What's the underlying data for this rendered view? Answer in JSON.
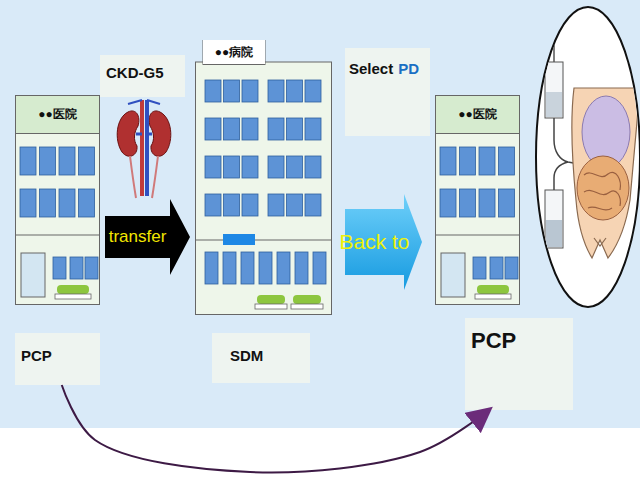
{
  "diagram": {
    "nodes": [
      {
        "text": [
          "●●医院"
        ]
      },
      {
        "text": [
          "CKD-G5"
        ]
      },
      {
        "text": [
          "●●病院"
        ]
      },
      {
        "text": [
          "Select",
          "PD"
        ]
      },
      {
        "text": [
          "●●医院"
        ]
      },
      {
        "text": [
          "PCP"
        ]
      },
      {
        "text": [
          "SDM"
        ]
      },
      {
        "text": [
          "PCP"
        ]
      }
    ],
    "edges": [
      {
        "from": 0,
        "to": 2,
        "arrow": "to",
        "label": "transfer"
      },
      {
        "from": 2,
        "to": 4,
        "arrow": "to",
        "label": "Back to"
      },
      {
        "from": 5,
        "to": 7,
        "arrow": "to"
      }
    ]
  }
}
